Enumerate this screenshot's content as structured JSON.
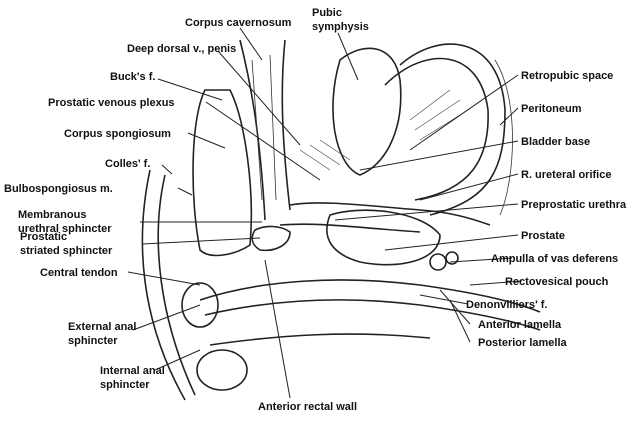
{
  "figure": {
    "labels_left": {
      "corpus_cavernosum": "Corpus cavernosum",
      "deep_dorsal_vein": "Deep dorsal v., penis",
      "bucks_fascia": "Buck's f.",
      "prostatic_venous_plexus": "Prostatic venous plexus",
      "corpus_spongiosum": "Corpus spongiosum",
      "colles_fascia": "Colles' f.",
      "bulbospongiosus": "Bulbospongiosus m.",
      "membranous_sphincter_1": "Membranous",
      "membranous_sphincter_2": "urethral sphincter",
      "prostatic_striated_1": "Prostatic",
      "prostatic_striated_2": "striated sphincter",
      "central_tendon": "Central tendon",
      "external_anal_1": "External anal",
      "external_anal_2": "sphincter",
      "internal_anal_1": "Internal anal",
      "internal_anal_2": "sphincter"
    },
    "labels_right": {
      "pubic_symphysis_1": "Pubic",
      "pubic_symphysis_2": "symphysis",
      "retropubic_space": "Retropubic space",
      "peritoneum": "Peritoneum",
      "bladder_base": "Bladder base",
      "ureteral_orifice": "R. ureteral orifice",
      "preprostatic_urethra": "Preprostatic urethra",
      "prostate": "Prostate",
      "ampulla": "Ampulla of vas deferens",
      "rectovesical_pouch": "Rectovesical pouch",
      "denonvilliers": "Denonvilliers' f.",
      "anterior_lamella": "Anterior lamella",
      "posterior_lamella": "Posterior lamella"
    },
    "labels_bottom": {
      "anterior_rectal_wall": "Anterior rectal wall"
    }
  }
}
